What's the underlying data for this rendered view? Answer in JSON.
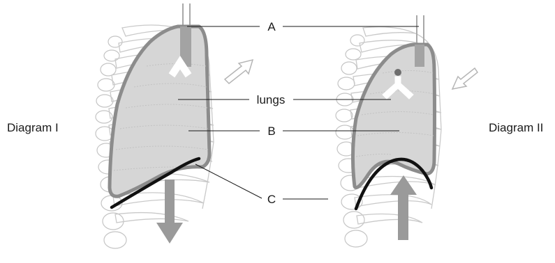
{
  "labels": {
    "a": "A",
    "b": "B",
    "c": "C",
    "lungs": "lungs",
    "diagram1": "Diagram I",
    "diagram2": "Diagram II"
  },
  "colors": {
    "lung_fill": "#d6d6d6",
    "lung_outline": "#8c8c8c",
    "arrow": "#9a9a9a",
    "diaphragm": "#111111",
    "ribs": "#c9c9c9"
  }
}
